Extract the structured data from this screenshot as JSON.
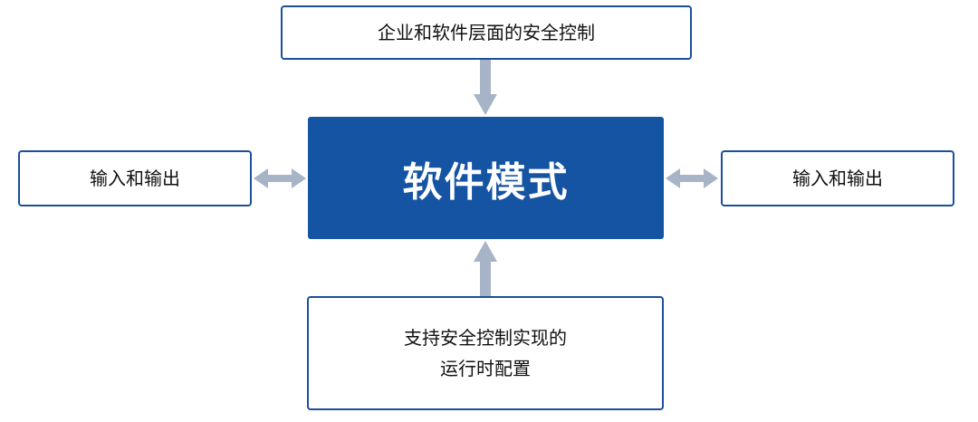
{
  "center": {
    "label": "软件模式"
  },
  "top": {
    "label": "企业和软件层面的安全控制"
  },
  "left": {
    "label": "输入和输出"
  },
  "right": {
    "label": "输入和输出"
  },
  "bottom": {
    "line1": "支持安全控制实现的",
    "line2": "运行时配置"
  },
  "colors": {
    "center_fill": "#1553a3",
    "border": "#1b4f9c",
    "arrow": "#a7b4c8"
  }
}
